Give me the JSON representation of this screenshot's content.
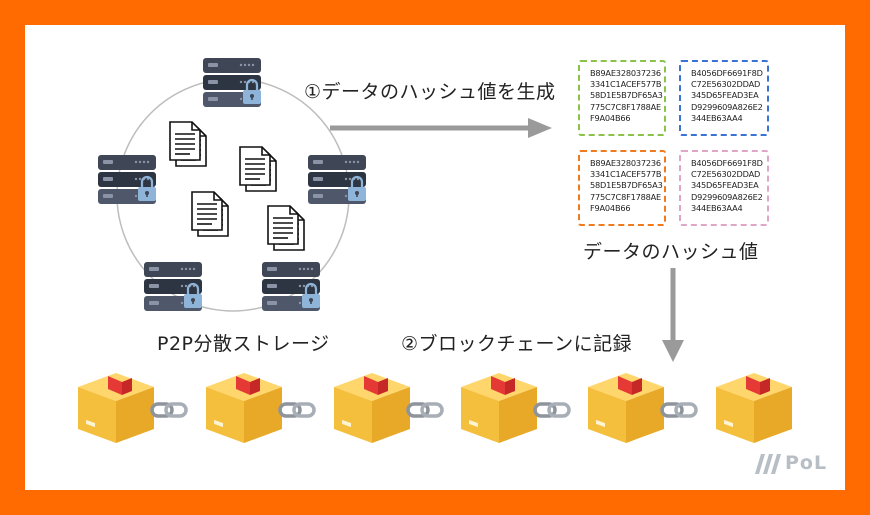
{
  "labels": {
    "step1": "①データのハッシュ値を生成",
    "hash_caption": "データのハッシュ値",
    "storage": "P2P分散ストレージ",
    "step2": "②ブロックチェーンに記録"
  },
  "hash_boxes": [
    {
      "color": "#8BC34A",
      "lines": [
        "B89AE328037236",
        "3341C1ACEF577B",
        "58D1E5B7DF65A3",
        "775C7C8F1788AE",
        "F9A04B66"
      ]
    },
    {
      "color": "#3B73D4",
      "lines": [
        "B4056DF6691F8D",
        "C72E56302DDAD",
        "345D65FEAD3EA",
        "D9299609A826E2",
        "344EB63AA4"
      ]
    },
    {
      "color": "#F07A1E",
      "lines": [
        "B89AE328037236",
        "3341C1ACEF577B",
        "58D1E5B7DF65A3",
        "775C7C8F1788AE",
        "F9A04B66"
      ]
    },
    {
      "color": "#E0A6C8",
      "lines": [
        "B4056DF6691F8D",
        "C72E56302DDAD",
        "345D65FEAD3EA",
        "D9299609A826E2",
        "344EB63AA4"
      ]
    }
  ],
  "logo": {
    "text": "PoL"
  },
  "colors": {
    "frame": "#FF6B00",
    "arrow": "#9A9A9A",
    "server": "#3F4756",
    "lock": "#8FB4D9",
    "box": "#F5BF3E"
  },
  "icons": [
    "server-icon",
    "lock-icon",
    "document-icon",
    "block-icon",
    "chain-icon",
    "arrow-icon"
  ]
}
